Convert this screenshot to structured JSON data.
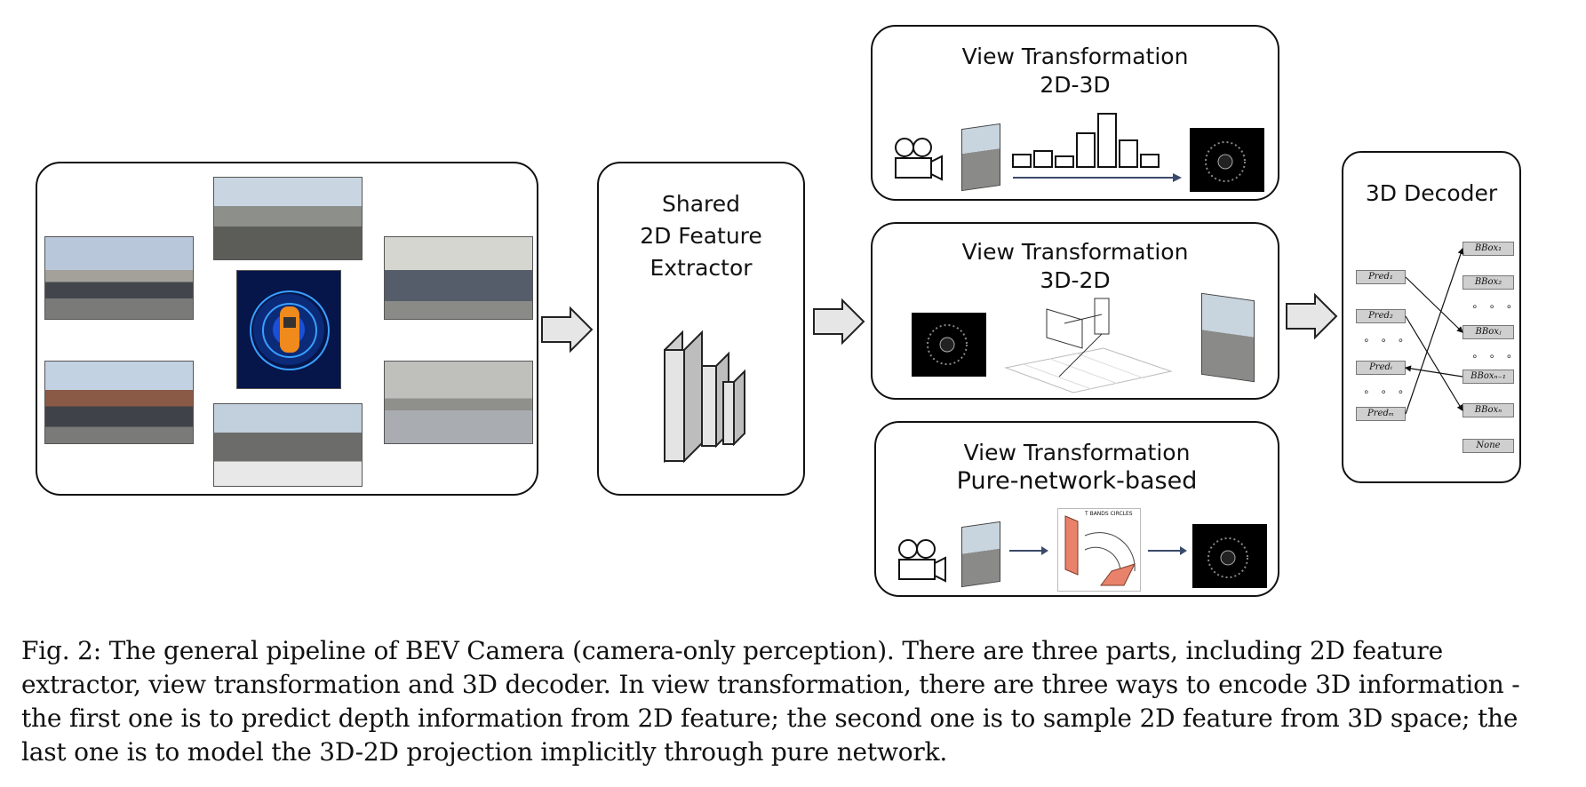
{
  "panels": {
    "extractor_title": "Shared\n2D Feature\nExtractor",
    "vt1": {
      "line1": "View Transformation",
      "line2": "2D-3D"
    },
    "vt2": {
      "line1": "View Transformation",
      "line2": "3D-2D"
    },
    "vt3": {
      "line1": "View Transformation",
      "line2": "Pure-network-based"
    },
    "decoder_title": "3D Decoder"
  },
  "decoder": {
    "preds": [
      "Pred₁",
      "Pred₂",
      "Predᵢ",
      "Predₘ"
    ],
    "bboxes": [
      "BBox₁",
      "BBox₂",
      "BBoxⱼ",
      "BBoxₙ₋₁",
      "BBoxₙ",
      "None"
    ],
    "ellipsis": "∘ ∘ ∘"
  },
  "vt3_inset": {
    "heading": "T BANDS CIRCLES"
  },
  "caption": "Fig. 2: The general pipeline of BEV Camera (camera-only perception). There are three parts, including 2D feature extractor, view transformation and 3D decoder. In view transformation, there are three ways to encode 3D information - the first one is to predict depth information from 2D feature; the second one is to sample 2D feature from 3D space; the last one is to model the 3D-2D projection implicitly through pure network.",
  "colors": {
    "accent_blue": "#1a4fd8",
    "car_orange": "#f08a1c",
    "arrow_fill": "#e6e6e6",
    "sky": "#b9cbe0",
    "asphalt": "#6f6f6f"
  }
}
